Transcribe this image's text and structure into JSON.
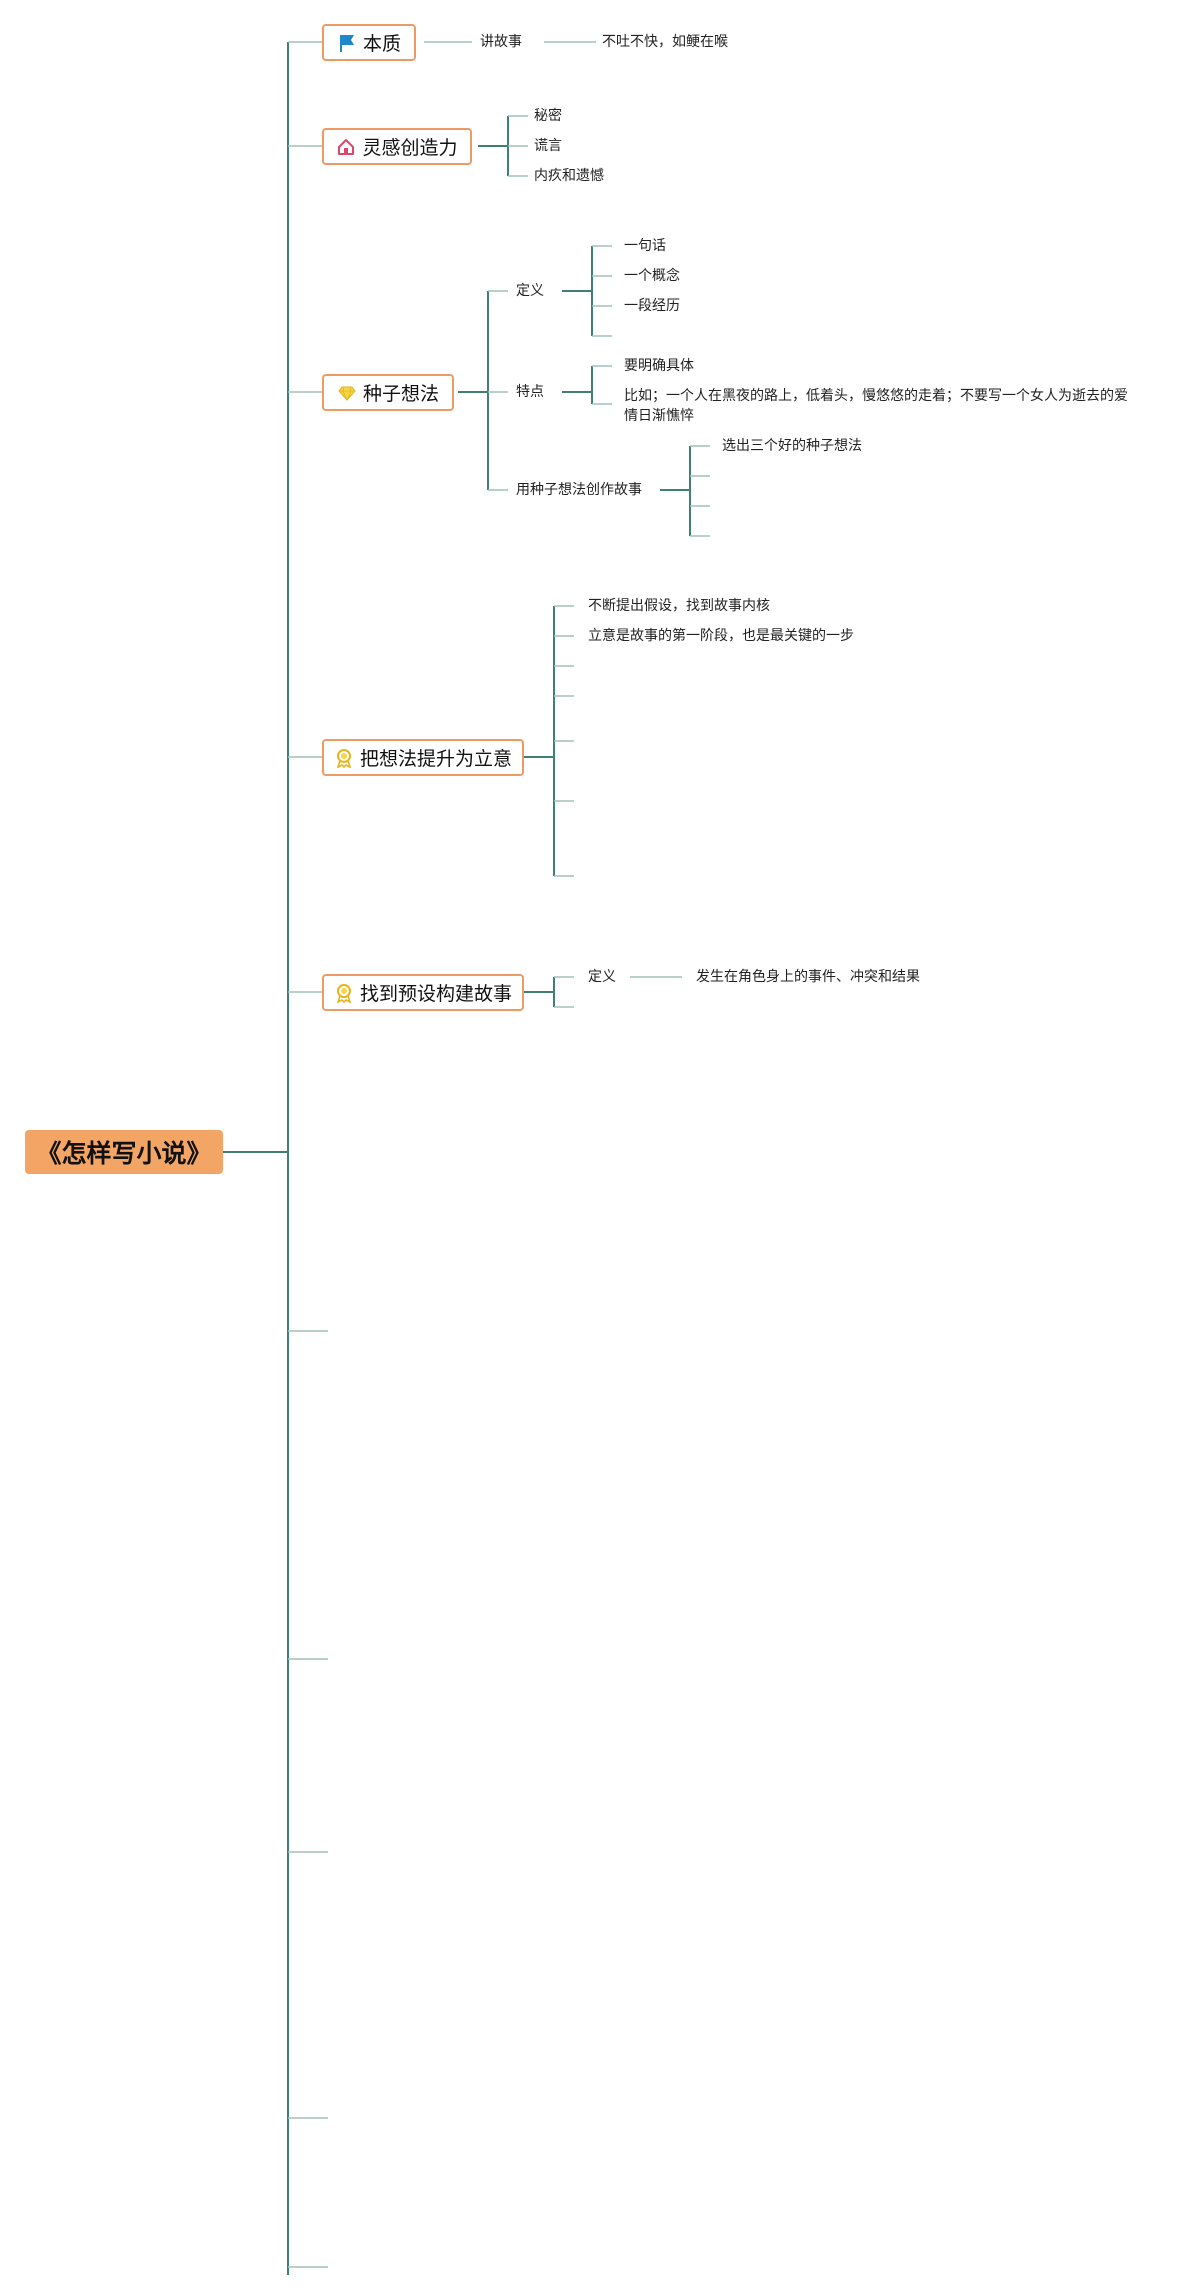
{
  "root": "《怎样写小说》",
  "topics": [
    {
      "label": "本质",
      "icon": "flag-icon"
    },
    {
      "label": "灵感创造力",
      "icon": "house-icon"
    },
    {
      "label": "种子想法",
      "icon": "diamond-icon"
    },
    {
      "label": "把想法提升为立意",
      "icon": "award-icon"
    },
    {
      "label": "找到预设构建故事",
      "icon": "award-icon"
    }
  ],
  "benzhi": {
    "sub": "讲故事",
    "leaf": "不吐不快，如鲠在喉"
  },
  "linggan": {
    "items": [
      "秘密",
      "谎言",
      "内疚和遗憾"
    ]
  },
  "zhongzi": {
    "dingyi": {
      "label": "定义",
      "items": [
        "一句话",
        "一个概念",
        "一段经历"
      ]
    },
    "tedian": {
      "label": "特点",
      "items": [
        "要明确具体",
        "比如；一个人在黑夜的路上，低着头，慢悠悠的走着；不要写一个女人为逝去的爱情日渐憔悴"
      ]
    },
    "chuangzuo": {
      "label": "用种子想法创作故事",
      "items": [
        "选出三个好的种子想法"
      ]
    }
  },
  "liyi": {
    "items": [
      "不断提出假设，找到故事内核",
      "立意是故事的第一阶段，也是最关键的一步"
    ]
  },
  "yushe": {
    "sub": "定义",
    "leaf": "发生在角色身上的事件、冲突和结果"
  },
  "colors": {
    "root": "#F3A565",
    "border": "#EE9B63",
    "line_dark": "#3F7F74",
    "line_light": "#9FC1BA"
  }
}
